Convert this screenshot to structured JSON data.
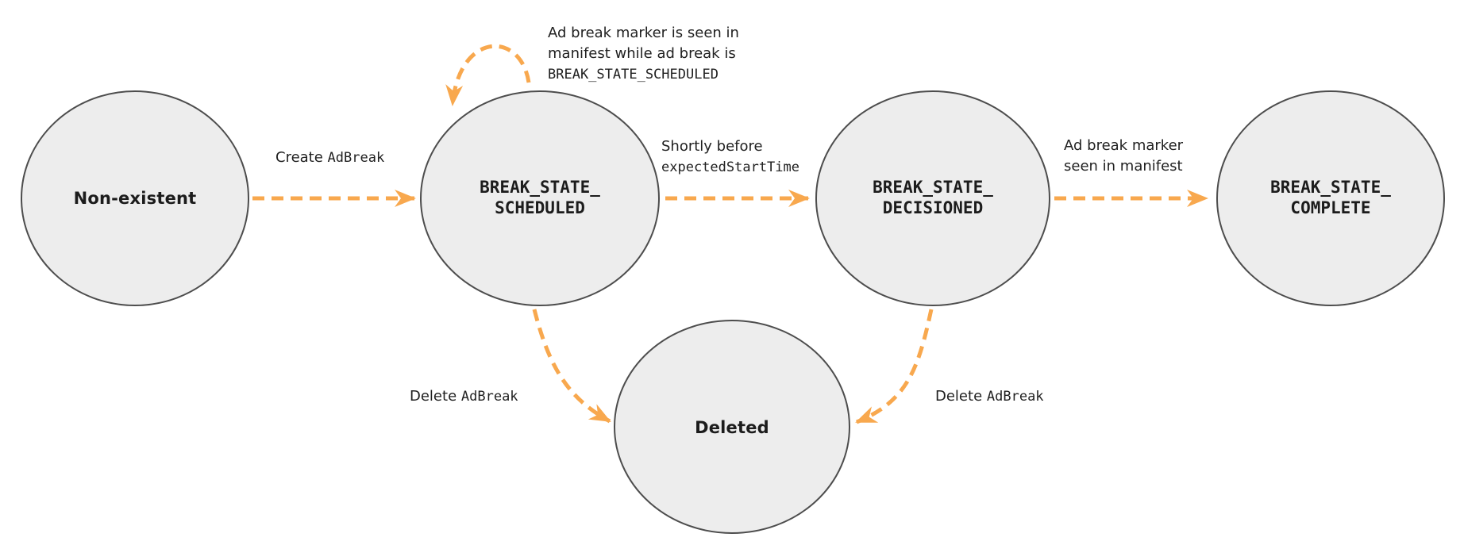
{
  "palette": {
    "arrow_orange": "#F8A84E",
    "node_fill": "#EDEDED",
    "node_border": "#4D4D4D",
    "label_text": "#1C1C1C"
  },
  "diagram": {
    "states": {
      "non_existent": {
        "label": "Non-existent"
      },
      "scheduled": {
        "line1": "BREAK_STATE_",
        "line2": "SCHEDULED"
      },
      "decisioned": {
        "line1": "BREAK_STATE_",
        "line2": "DECISIONED"
      },
      "complete": {
        "line1": "BREAK_STATE_",
        "line2": "COMPLETE"
      },
      "deleted": {
        "label": "Deleted"
      }
    },
    "transitions": {
      "create": {
        "text": "Create",
        "code": "AdBreak"
      },
      "self_loop": {
        "line1": "Ad break marker is seen in",
        "line2": "manifest while ad break is",
        "code_line": "BREAK_STATE_SCHEDULED"
      },
      "to_decisioned": {
        "line1": "Shortly before",
        "code_line": "expectedStartTime"
      },
      "to_complete": {
        "line1": "Ad break marker",
        "line2": "seen in manifest"
      },
      "delete_from_scheduled": {
        "text": "Delete",
        "code": "AdBreak"
      },
      "delete_from_decisioned": {
        "text": "Delete",
        "code": "AdBreak"
      }
    }
  }
}
